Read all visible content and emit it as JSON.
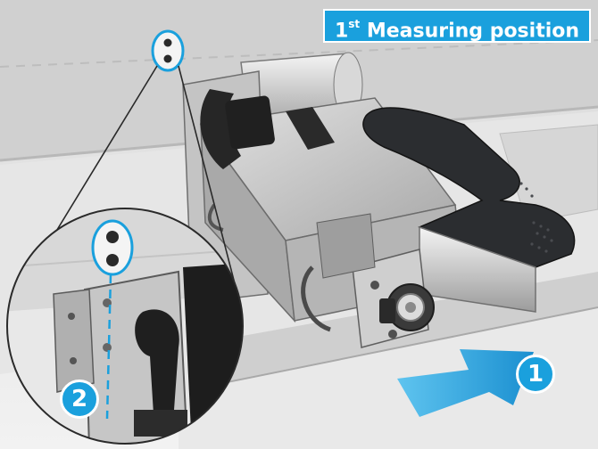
{
  "title": {
    "prefix": "1",
    "superscript": "st",
    "suffix": " Measuring position"
  },
  "callouts": {
    "one": "1",
    "two": "2"
  },
  "colors": {
    "accent_blue": "#1aa0dd",
    "cover_dark": "#2b2d30",
    "metal": "#bfc1c3",
    "background": "#ececec"
  },
  "icons": {
    "arrow": "push-direction-arrow-icon",
    "holes": "sensor-holes-icon"
  }
}
